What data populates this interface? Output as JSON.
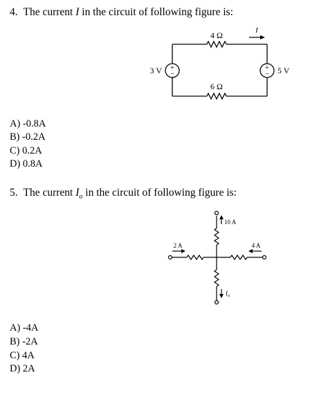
{
  "q4": {
    "number": "4.",
    "text_before": "The current ",
    "var": "I",
    "text_after": " in the circuit of following figure is:",
    "circuit": {
      "r_top": "4 Ω",
      "r_bottom": "6 Ω",
      "v_left": "3 V",
      "v_right": "5 V",
      "current_label": "I",
      "plus": "+",
      "minus": "−"
    },
    "options": [
      "A) -0.8A",
      "B) -0.2A",
      "C) 0.2A",
      "D) 0.8A"
    ]
  },
  "q5": {
    "number": "5.",
    "text_before": "The current ",
    "var": "I",
    "var_sub": "o",
    "text_after": " in the circuit of following figure is:",
    "circuit": {
      "i_top": "10 A",
      "i_left": "2 A",
      "i_right": "4 A",
      "i_bottom": "I",
      "i_bottom_sub": "o"
    },
    "options": [
      "A) -4A",
      "B) -2A",
      "C) 4A",
      "D) 2A"
    ]
  }
}
